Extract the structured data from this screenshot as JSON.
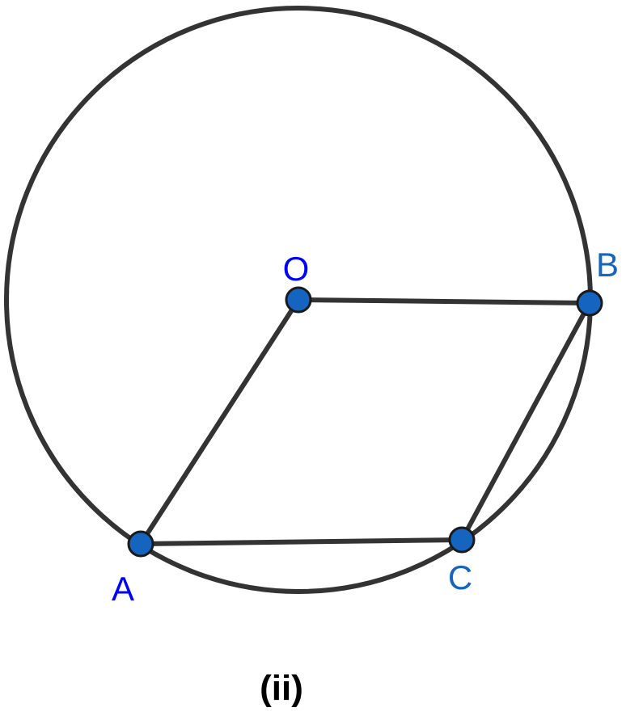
{
  "figure": {
    "caption": "(ii)",
    "points": {
      "O": {
        "label": "O"
      },
      "A": {
        "label": "A"
      },
      "B": {
        "label": "B"
      },
      "C": {
        "label": "C"
      }
    },
    "segments": [
      {
        "from": "O",
        "to": "B"
      },
      {
        "from": "O",
        "to": "A"
      },
      {
        "from": "A",
        "to": "C"
      },
      {
        "from": "C",
        "to": "B"
      }
    ]
  },
  "colors": {
    "stroke": "#333333",
    "point_fill": "#1565C0",
    "point_stroke": "#1a1a1a",
    "label_O": "#0000ff",
    "label_A": "#0000ff",
    "label_B": "#1565C0",
    "label_C": "#1565C0"
  }
}
